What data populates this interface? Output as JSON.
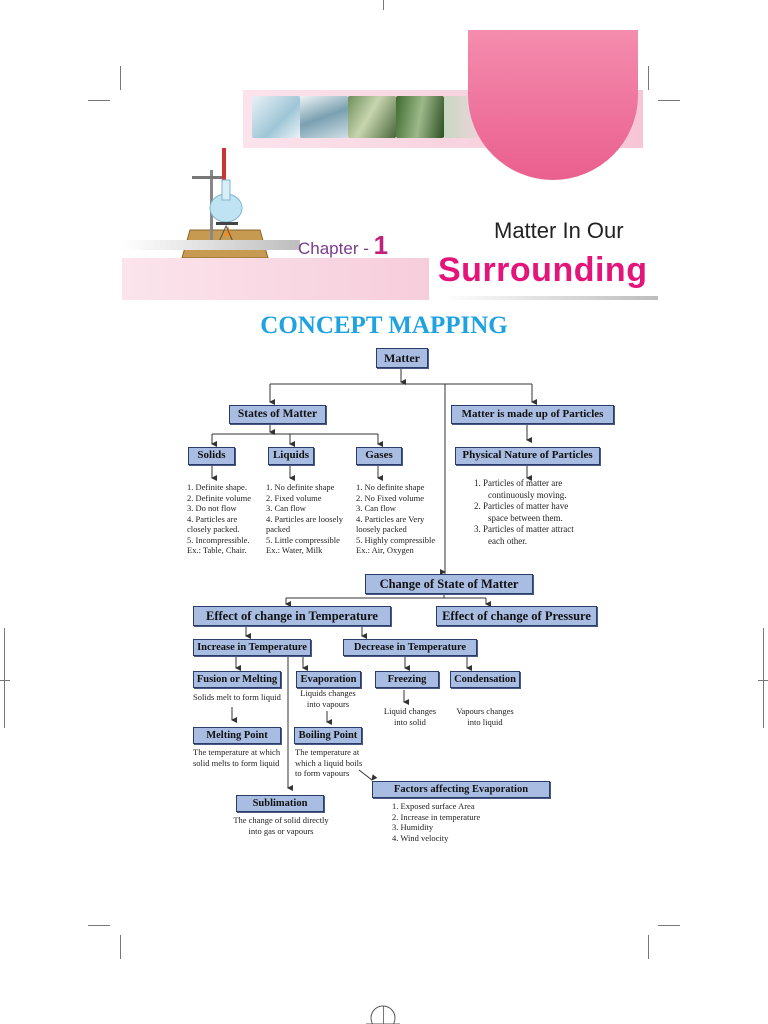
{
  "header": {
    "chapter_label": "Chapter - ",
    "chapter_number": "1",
    "title_line1": "Matter In Our",
    "title_line2": "Surrounding"
  },
  "page_title": "CONCEPT MAPPING",
  "colors": {
    "accent_pink": "#e4157a",
    "heading_blue": "#1fa3e0",
    "box_fill": "#a9bde3"
  },
  "map": {
    "matter": "Matter",
    "states": "States of Matter",
    "particles": "Matter is made up of Particles",
    "physical_nature": "Physical Nature of Particles",
    "solids": "Solids",
    "liquids": "Liquids",
    "gases": "Gases",
    "solids_list": [
      "1.   Definite shape.",
      "2.   Definite volume",
      "3.   Do not flow",
      "4.   Particles are",
      "      closely packed.",
      "5.   Incompressible.",
      "Ex.: Table, Chair."
    ],
    "liquids_list": [
      "1.   No definite shape",
      "2.   Fixed volume",
      "3.   Can flow",
      "4.   Particles are loosely",
      "      packed",
      "5.   Little compressible",
      "Ex.: Water, Milk"
    ],
    "gases_list": [
      "1.   No definite shape",
      "2.   No Fixed volume",
      "3.   Can flow",
      "4.   Particles are Very",
      "      loosely packed",
      "5.   Highly compressible",
      "Ex.: Air, Oxygen"
    ],
    "particles_list": [
      "1.  Particles of matter are",
      "continuously moving.",
      "2.  Particles of matter have",
      "space between them.",
      "3.  Particles of matter attract",
      "each other."
    ],
    "change_state": "Change of State of Matter",
    "effect_temp": "Effect of change in Temperature",
    "effect_pressure": "Effect of change of Pressure",
    "increase_temp": "Increase in Temperature",
    "decrease_temp": "Decrease in Temperature",
    "fusion": "Fusion or Melting",
    "fusion_desc": "Solids melt to form liquid",
    "evaporation": "Evaporation",
    "evaporation_desc": [
      "Liquids changes",
      "into vapours"
    ],
    "freezing": "Freezing",
    "freezing_desc": [
      "Liquid changes",
      "into solid"
    ],
    "condensation": "Condensation",
    "condensation_desc": [
      "Vapours changes",
      "into liquid"
    ],
    "melting_point": "Melting Point",
    "melting_point_desc": [
      "The temperature at which",
      "solid melts to form liquid"
    ],
    "boiling_point": "Boiling Point",
    "boiling_point_desc": [
      "The  temperature  at",
      "which a liquid boils",
      "to form vapours"
    ],
    "factors": "Factors affecting Evaporation",
    "factors_list": [
      "1.   Exposed surface Area",
      "2.   Increase in temperature",
      "3.   Humidity",
      "4.   Wind velocity"
    ],
    "sublimation": "Sublimation",
    "sublimation_desc": [
      "The change of solid directly",
      "into gas or vapours"
    ]
  }
}
